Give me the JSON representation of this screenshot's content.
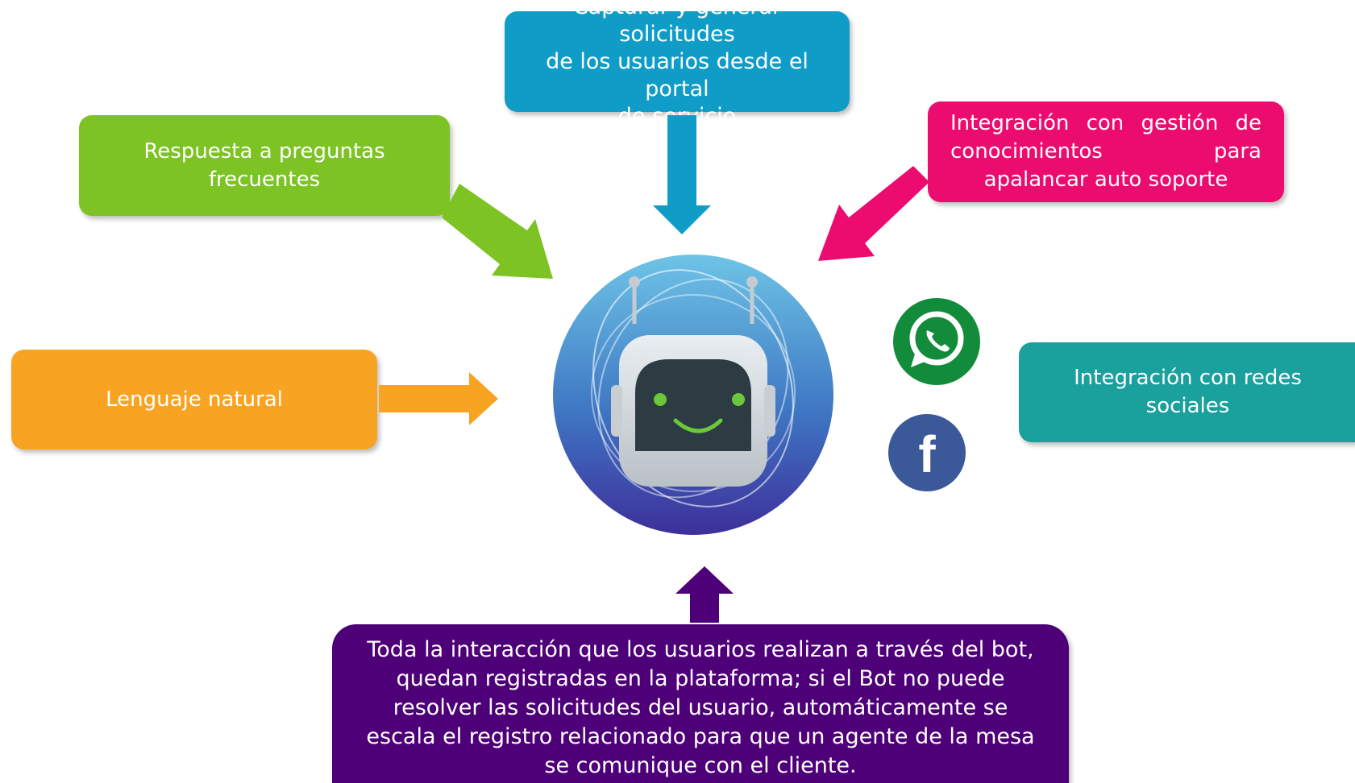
{
  "boxes": {
    "top": "Capturar y generar solicitudes\nde los usuarios desde el portal\nde servicio",
    "green": "Respuesta a preguntas\nfrecuentes",
    "pink": "Integración con gestión de conocimientos para apalancar auto soporte",
    "orange": "Lenguaje natural",
    "teal": "Integración con redes sociales",
    "purple": "Toda la interacción que los usuarios realizan a través del bot,\nquedan registradas en la plataforma; si el Bot no puede\nresolver las solicitudes del usuario, automáticamente se\nescala el registro relacionado para que un agente de la mesa\nse comunique con el cliente."
  },
  "colors": {
    "top": "#0f9dc7",
    "green": "#7cc323",
    "pink": "#ec0b6e",
    "orange": "#f8a321",
    "teal": "#1aa09d",
    "purple": "#4e0078",
    "whatsapp": "#128c3a",
    "facebook": "#3b5998"
  },
  "icons": {
    "center": "robot-icon",
    "social_1": "whatsapp-icon",
    "social_2": "facebook-icon"
  },
  "facebook_letter": "f"
}
